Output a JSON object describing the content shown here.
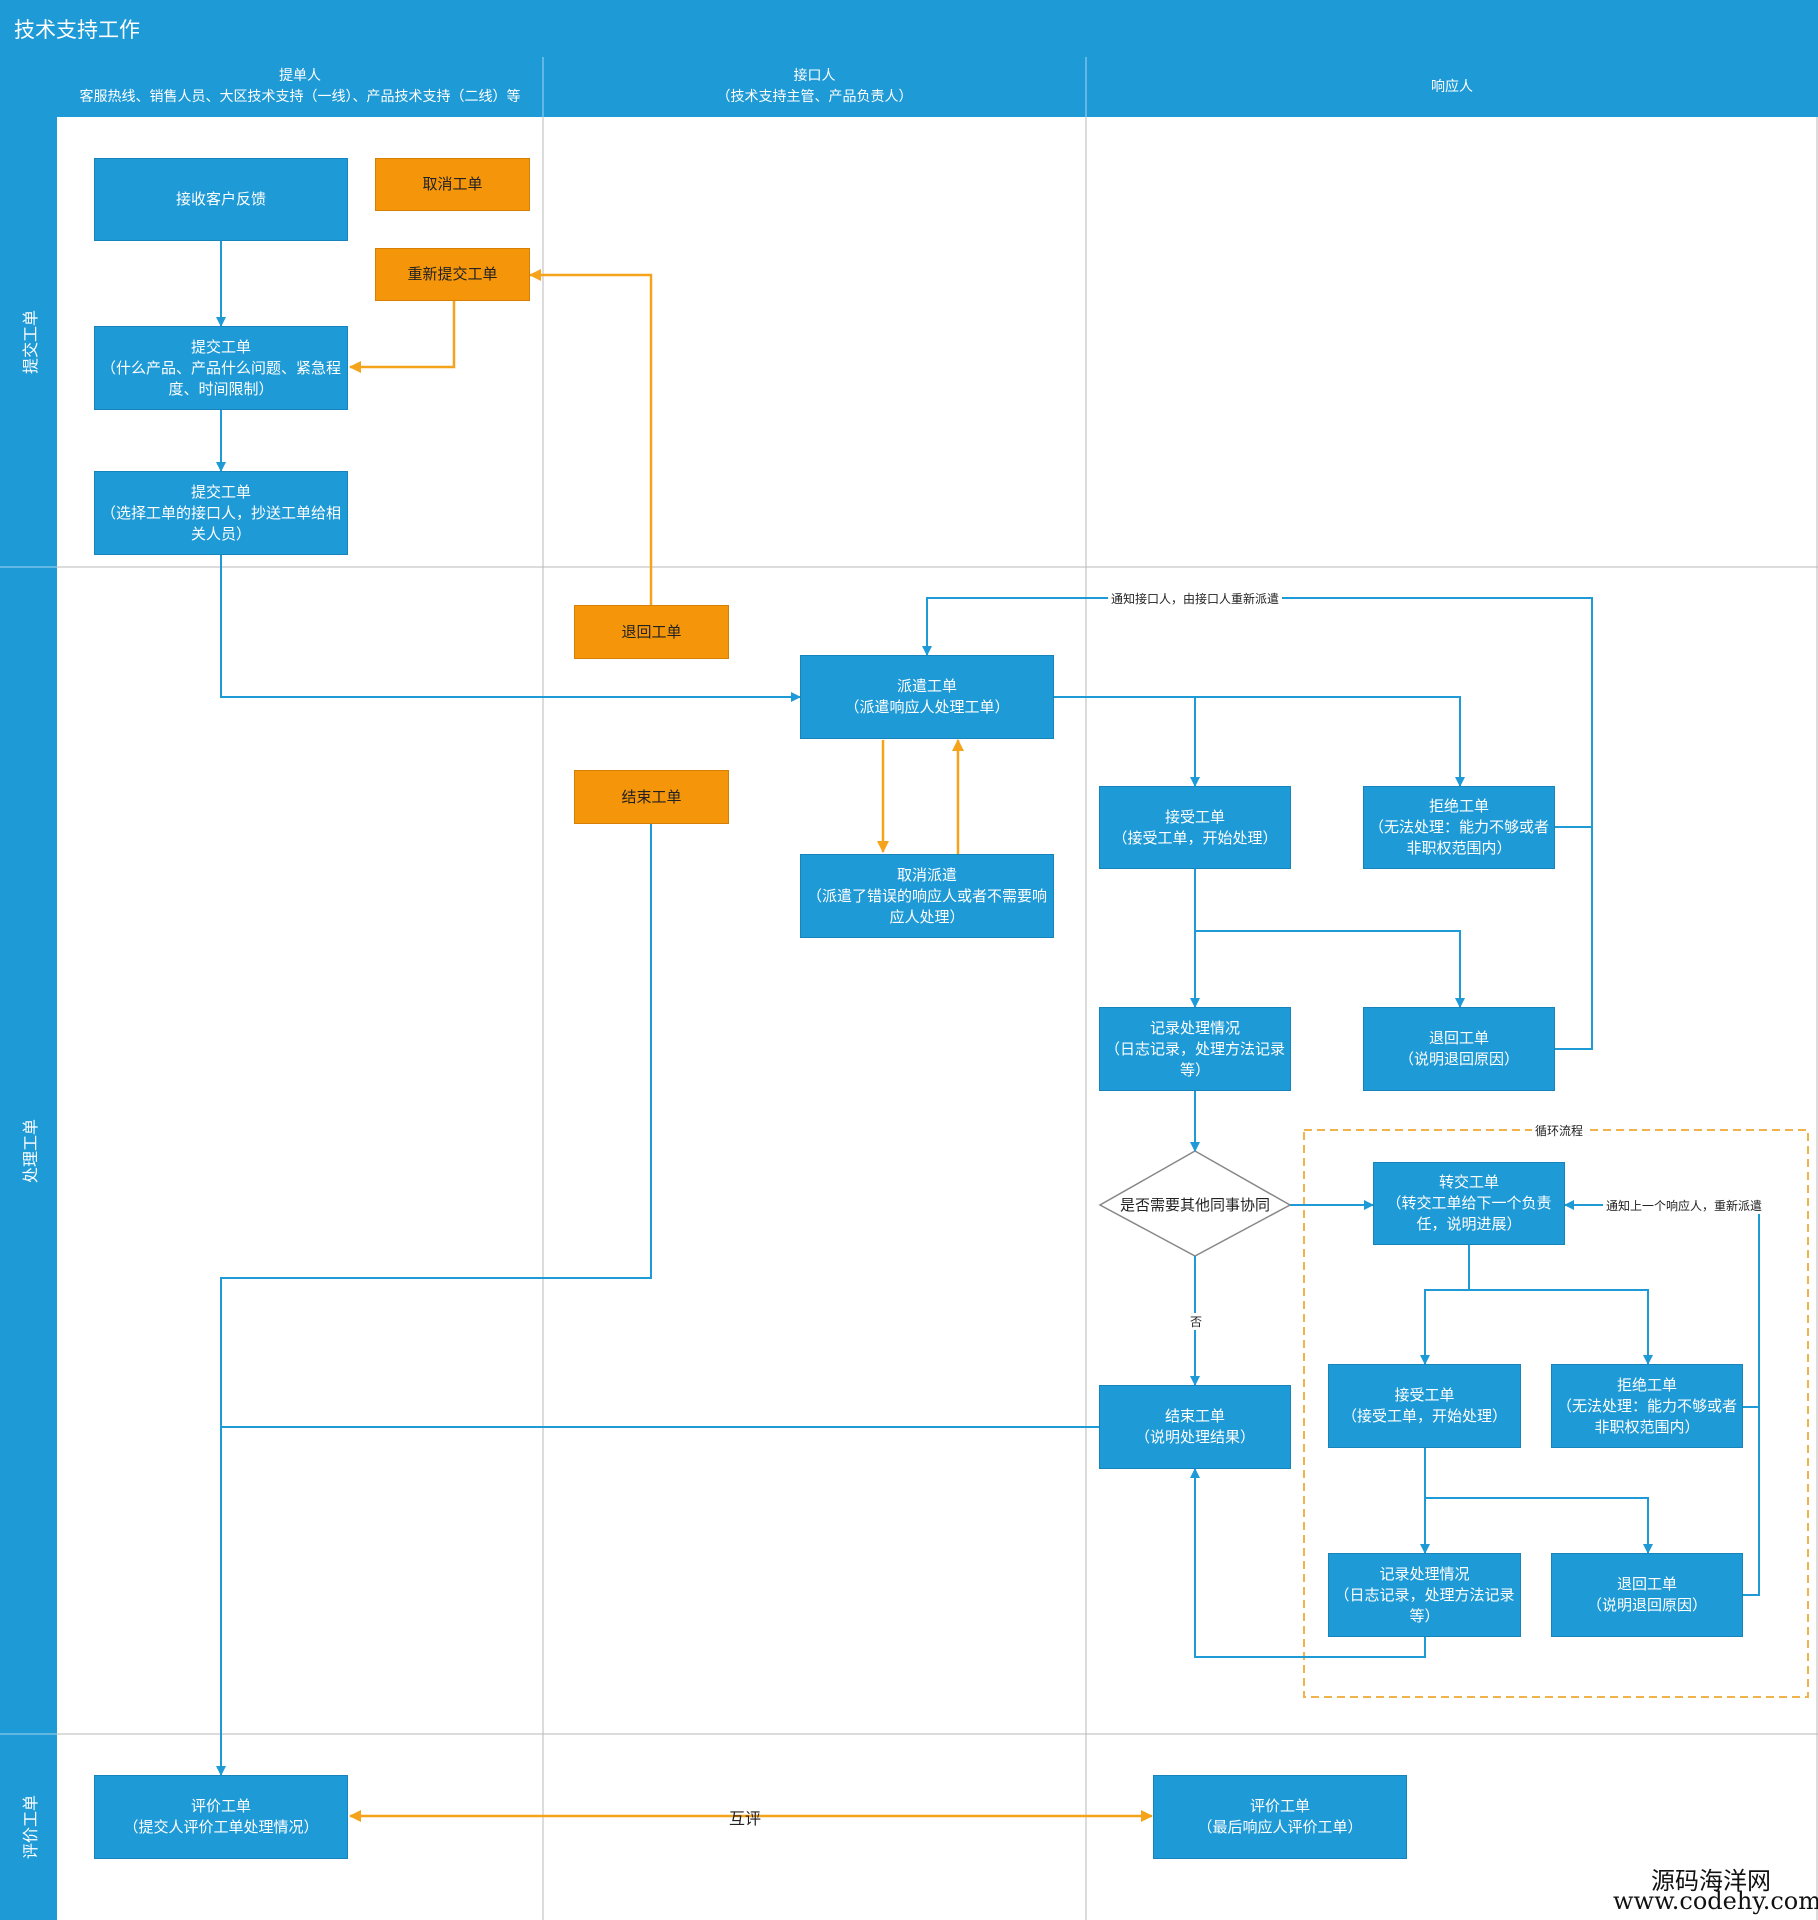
{
  "title": "技术支持工作",
  "columns": [
    {
      "title": "提单人",
      "subtitle": "客服热线、销售人员、大区技术支持（一线）、产品技术支持（二线）等"
    },
    {
      "title": "接口人",
      "subtitle": "（技术支持主管、产品负责人）"
    },
    {
      "title": "响应人",
      "subtitle": ""
    }
  ],
  "lanes": [
    "提交工单",
    "处理工单",
    "评价工单"
  ],
  "nodes": {
    "receive_feedback": [
      "接收客户反馈"
    ],
    "cancel_ticket": [
      "取消工单"
    ],
    "resubmit_ticket": [
      "重新提交工单"
    ],
    "submit_ticket_1": [
      "提交工单",
      "（什么产品、产品什么问题、紧急程",
      "度、时间限制）"
    ],
    "submit_ticket_2": [
      "提交工单",
      "（选择工单的接口人，抄送工单给相",
      "关人员）"
    ],
    "return_ticket_orange": [
      "退回工单"
    ],
    "close_ticket_orange": [
      "结束工单"
    ],
    "dispatch_ticket": [
      "派遣工单",
      "（派遣响应人处理工单）"
    ],
    "cancel_dispatch": [
      "取消派遣",
      "（派遣了错误的响应人或者不需要响",
      "应人处理）"
    ],
    "accept_ticket": [
      "接受工单",
      "（接受工单，开始处理）"
    ],
    "reject_ticket": [
      "拒绝工单",
      "（无法处理：能力不够或者",
      "非职权范围内）"
    ],
    "record_handling": [
      "记录处理情况",
      "（日志记录，处理方法记录",
      "等）"
    ],
    "return_ticket": [
      "退回工单",
      "（说明退回原因）"
    ],
    "transfer_ticket": [
      "转交工单",
      "（转交工单给下一个负责",
      "任，说明进展）"
    ],
    "accept_ticket_2": [
      "接受工单",
      "（接受工单，开始处理）"
    ],
    "reject_ticket_2": [
      "拒绝工单",
      "（无法处理：能力不够或者",
      "非职权范围内）"
    ],
    "record_handling_2": [
      "记录处理情况",
      "（日志记录，处理方法记录",
      "等）"
    ],
    "return_ticket_2": [
      "退回工单",
      "（说明退回原因）"
    ],
    "close_ticket": [
      "结束工单",
      "（说明处理结果）"
    ],
    "evaluate_submitter": [
      "评价工单",
      "（提交人评价工单处理情况）"
    ],
    "evaluate_responder": [
      "评价工单",
      "（最后响应人评价工单）"
    ]
  },
  "decision": "是否需要其他同事协同",
  "labels": {
    "notify_redispatch": "通知接口人，由接口人重新派遣",
    "loop": "循环流程",
    "notify_prev": "通知上一个响应人，重新派遣",
    "no": "否",
    "mutual": "互评"
  },
  "watermark": {
    "line1": "源码海洋网",
    "line2": "www.codehy.com"
  },
  "colors": {
    "header": "#1e9ad6",
    "node_blue": "#1e9ad6",
    "node_orange": "#f5960a",
    "grid": "#b8b8b8",
    "loop_border": "#f0b24a"
  }
}
